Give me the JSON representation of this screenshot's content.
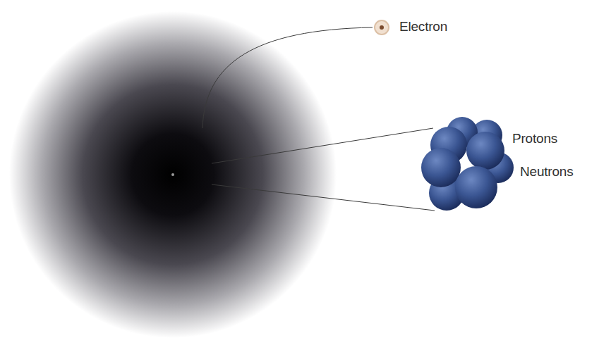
{
  "diagram": {
    "labels": [
      "Electron",
      "Protons",
      "Neutrons"
    ]
  }
}
